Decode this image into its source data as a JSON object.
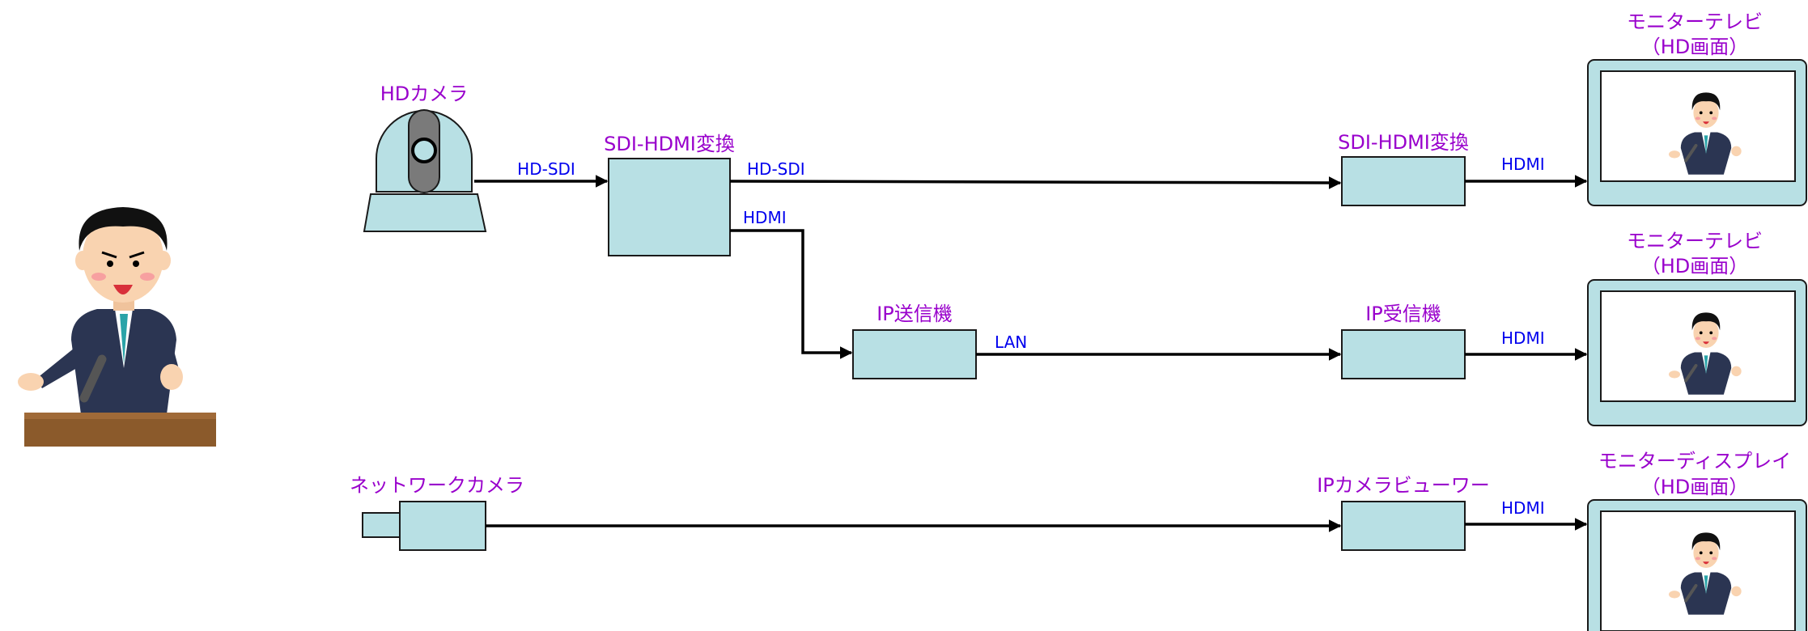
{
  "nodes": {
    "hd_camera": "HDカメラ",
    "sdi_hdmi_conv_1": "SDI-HDMI変換",
    "sdi_hdmi_conv_2": "SDI-HDMI変換",
    "ip_transmitter": "IP送信機",
    "ip_receiver": "IP受信機",
    "network_camera": "ネットワークカメラ",
    "ip_camera_viewer": "IPカメラビューワー",
    "monitor_tv_1": [
      "モニターテレビ",
      "（HD画面）"
    ],
    "monitor_tv_2": [
      "モニターテレビ",
      "（HD画面）"
    ],
    "monitor_display": [
      "モニターディスプレイ",
      "（HD画面）"
    ]
  },
  "links": {
    "camera_to_conv": "HD-SDI",
    "conv_to_conv2": "HD-SDI",
    "conv_to_iptx": "HDMI",
    "iptx_to_iprx": "LAN",
    "conv2_to_tv1": "HDMI",
    "iprx_to_tv2": "HDMI",
    "viewer_to_display": "HDMI"
  },
  "colors": {
    "node_label": "#9900cc",
    "link_label": "#0000ee",
    "box_fill": "#b8e0e4",
    "wire": "#000000",
    "podium": "#8b5a2b"
  },
  "icons": {
    "speaker": "speaker-at-podium-illustration",
    "camera": "ptz-camera-icon",
    "screen": "speaker-on-screen-illustration"
  }
}
